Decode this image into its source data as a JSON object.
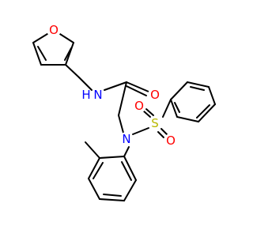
{
  "structure": {
    "colors": {
      "bond": "#000000",
      "oxygen": "#ff0000",
      "nitrogen": "#0000ff",
      "sulfur": "#b8b800",
      "background": "#ffffff"
    },
    "atoms": {
      "furan_o": "O",
      "amide_n": "N",
      "amide_h": "H",
      "carbonyl_o": "O",
      "sulfonamide_n": "N",
      "sulfur": "S",
      "sulfonyl_o1": "O",
      "sulfonyl_o2": "O"
    }
  }
}
